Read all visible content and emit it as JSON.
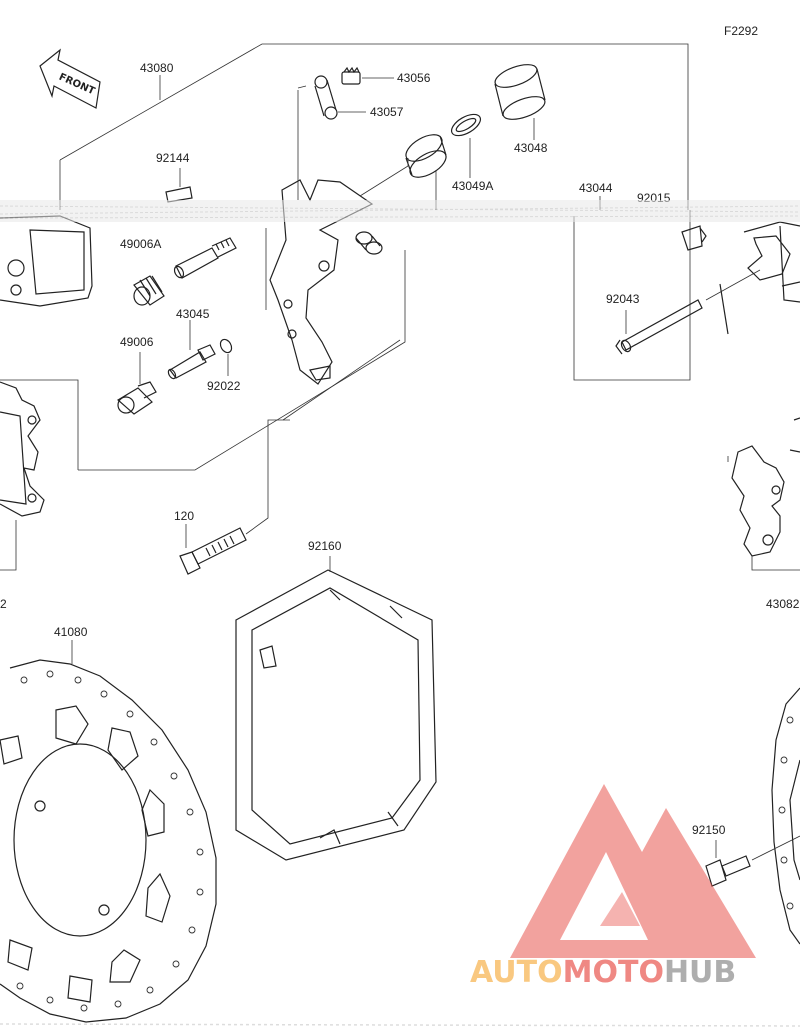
{
  "figure_code": "F2292",
  "front_label": "FRONT",
  "watermark": {
    "part1": "AUTO",
    "part2": "MOTO",
    "part3": "HUB",
    "color_orange": "#f6b14a",
    "color_red": "#e8564f",
    "color_gray": "#9a9a9a"
  },
  "labels": {
    "p43080": "43080",
    "p43056": "43056",
    "p43057": "43057",
    "p43048": "43048",
    "p92144": "92144",
    "p43049A": "43049A",
    "p43044": "43044",
    "p92015": "92015",
    "p49006A": "49006A",
    "p92043": "92043",
    "p43045": "43045",
    "p49006": "49006",
    "p92022": "92022",
    "p120": "120",
    "p92160": "92160",
    "p43082_left": "2",
    "p43082_right": "43082",
    "p41080": "41080",
    "p92150": "92150"
  }
}
